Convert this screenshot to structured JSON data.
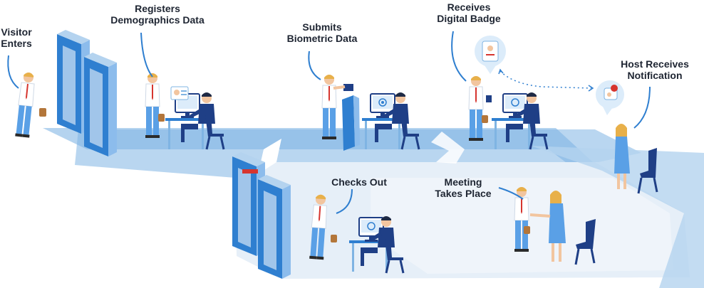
{
  "steps": {
    "visitor_enters": "Visitor\nEnters",
    "registers": "Registers\nDemographics Data",
    "biometric": "Submits\nBiometric Data",
    "badge": "Receives\nDigital Badge",
    "host": "Host Receives\nNotification",
    "checks_out": "Checks Out",
    "meeting": "Meeting\nTakes Place"
  },
  "colors": {
    "path_light": "#e6eff8",
    "path_mid": "#b4d3ef",
    "path_blue": "#7fb4e3",
    "gate_blue": "#2f7fd0",
    "gate_light": "#8cbcec",
    "suit_navy": "#1f3f86",
    "shirt_blue": "#5aa0e6",
    "accent_red": "#d6352f",
    "text": "#1e2532"
  },
  "icons": [
    "gate-icon",
    "person-icon",
    "desk-icon",
    "monitor-icon",
    "chair-icon",
    "badge-icon",
    "notification-icon",
    "scanner-icon"
  ]
}
